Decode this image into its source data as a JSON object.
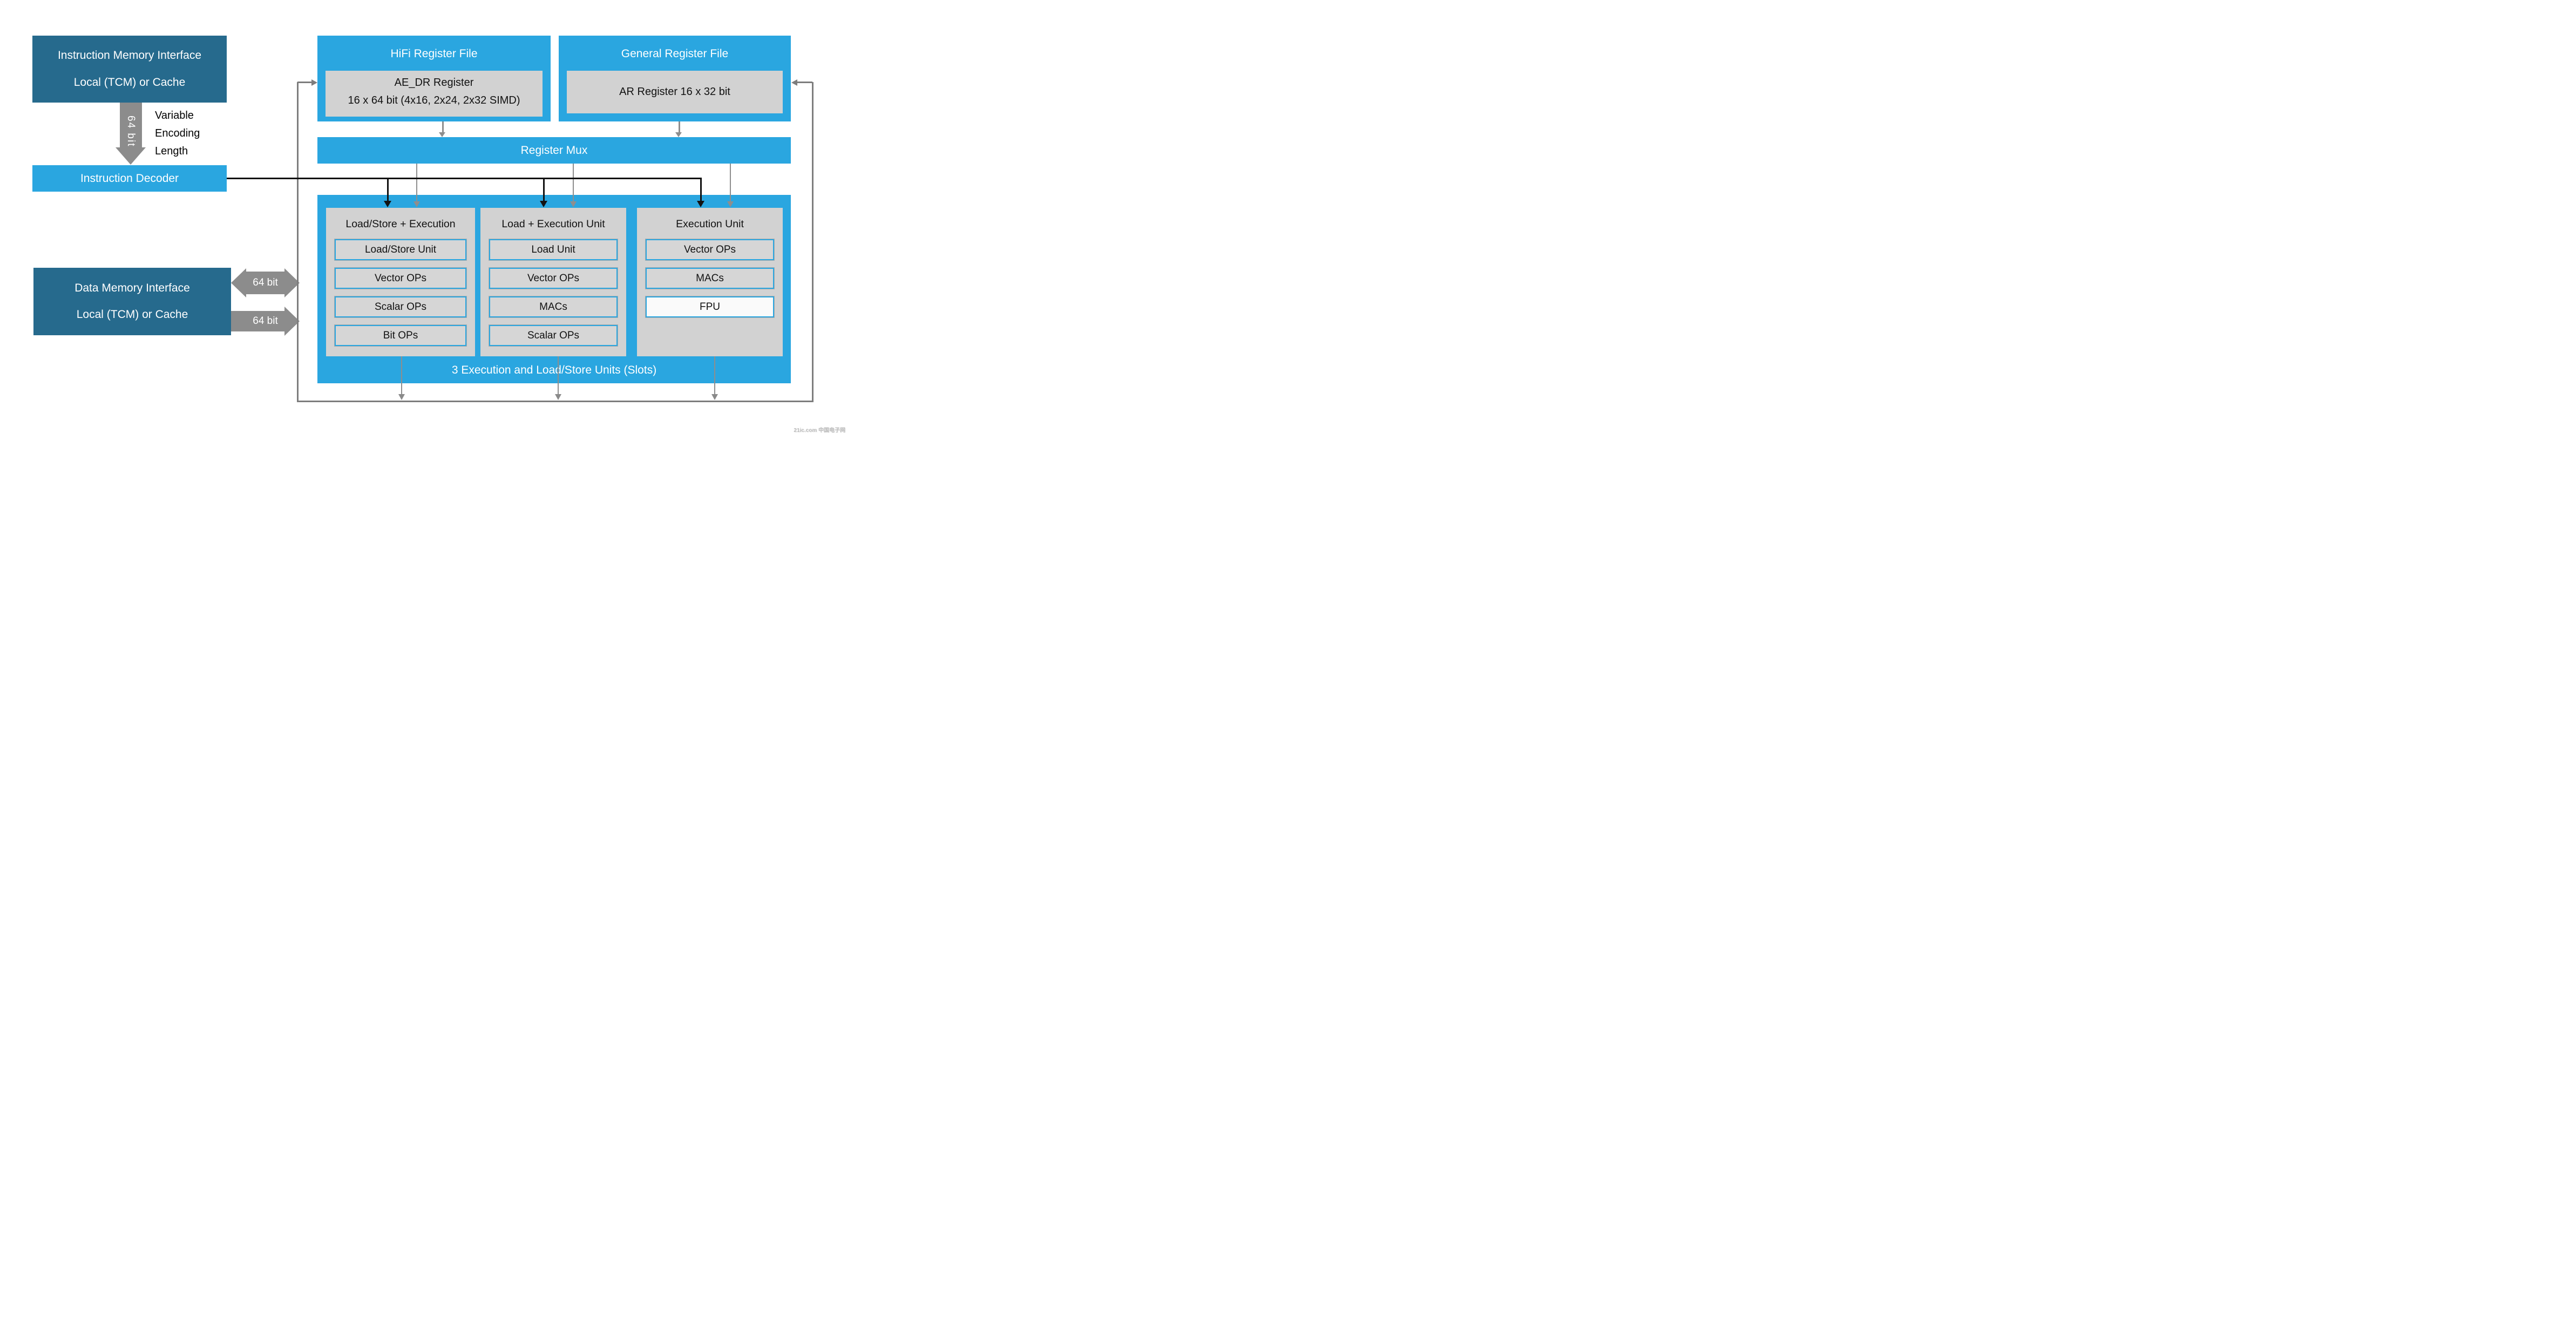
{
  "colors": {
    "dark_teal": "#266a8d",
    "light_blue": "#2aa6e0",
    "panel_gray": "#d2d2d2",
    "arrow_gray": "#8c8c8c",
    "line_gray": "#7d7d7d",
    "line_black": "#121212"
  },
  "instruction_memory": {
    "line1": "Instruction Memory Interface",
    "line2": "Local (TCM) or Cache"
  },
  "instruction_bus": {
    "label": "64 bit"
  },
  "encoding_note": {
    "line1": "Variable",
    "line2": "Encoding",
    "line3": "Length"
  },
  "instruction_decoder": {
    "label": "Instruction Decoder"
  },
  "hifi_register_file": {
    "title": "HiFi Register File",
    "register_line1": "AE_DR Register",
    "register_line2": "16 x 64 bit (4x16, 2x24, 2x32 SIMD)"
  },
  "general_register_file": {
    "title": "General Register File",
    "register": "AR Register 16 x 32 bit"
  },
  "register_mux": {
    "label": "Register Mux"
  },
  "execution_complex": {
    "caption": "3 Execution and Load/Store Units (Slots)",
    "columns": [
      {
        "title": "Load/Store + Execution",
        "units": [
          "Load/Store Unit",
          "Vector OPs",
          "Scalar OPs",
          "Bit OPs"
        ]
      },
      {
        "title": "Load + Execution Unit",
        "units": [
          "Load Unit",
          "Vector OPs",
          "MACs",
          "Scalar OPs"
        ]
      },
      {
        "title": "Execution Unit",
        "units": [
          "Vector OPs",
          "MACs",
          "FPU"
        ]
      }
    ]
  },
  "data_memory": {
    "line1": "Data Memory Interface",
    "line2": "Local (TCM) or Cache",
    "bus_top": "64 bit",
    "bus_bottom": "64 bit"
  },
  "watermark": {
    "text": "21ic.com 中国电子网"
  }
}
